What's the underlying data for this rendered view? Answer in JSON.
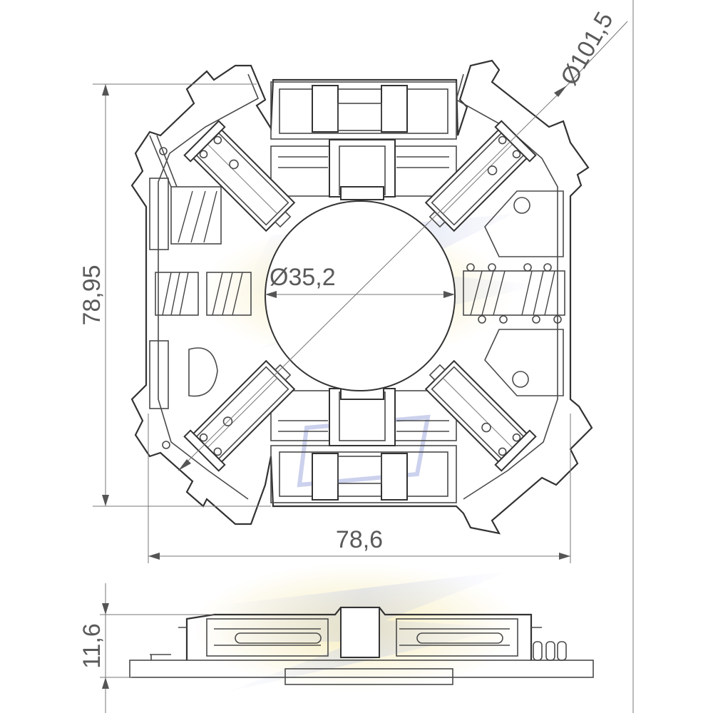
{
  "dimensions": {
    "diameter_outer": "Ø101,5",
    "diameter_inner": "Ø35,2",
    "height": "78,95",
    "width": "78,6",
    "thickness": "11,6"
  },
  "colors": {
    "line": "#3a3a3a",
    "dimension_text": "#5a5a5a",
    "watermark_yellow": "#f3e6a8",
    "watermark_blue": "#b9c2e6"
  },
  "watermark": {
    "logo": "lightning-bolt-logo"
  }
}
